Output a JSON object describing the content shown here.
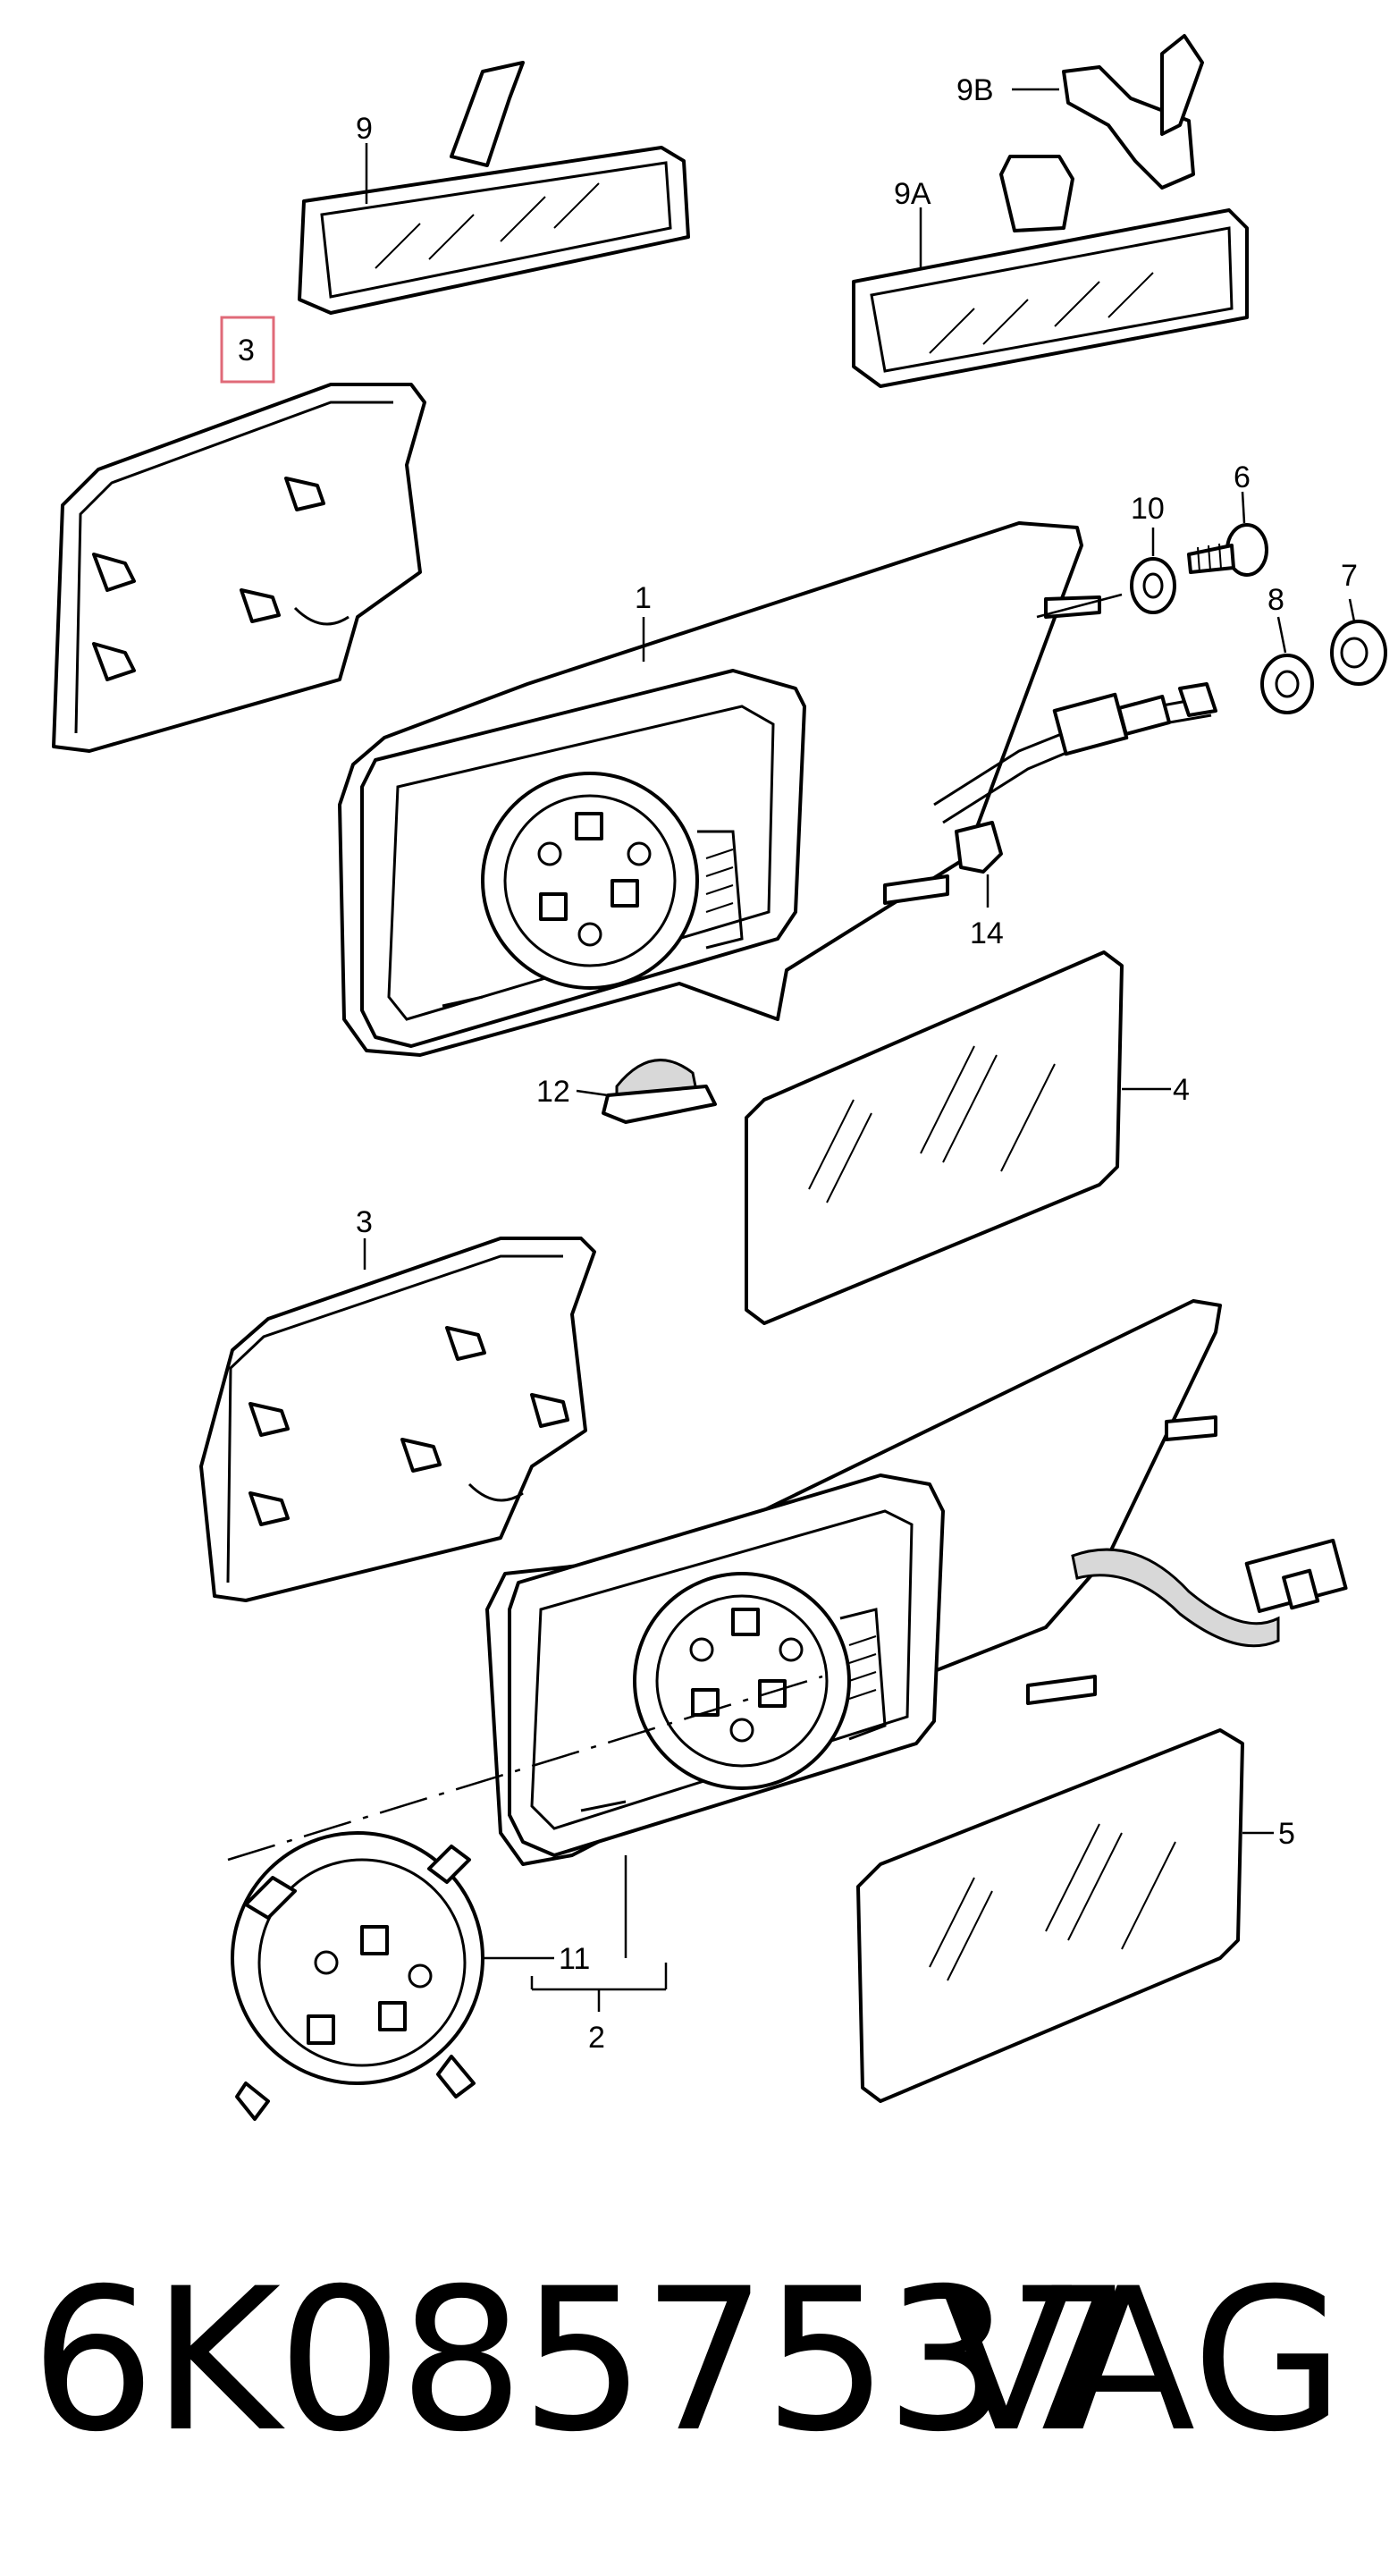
{
  "callouts": {
    "c1": "1",
    "c2": "2",
    "c3_top": "3",
    "c3_mid": "3",
    "c4": "4",
    "c5": "5",
    "c6": "6",
    "c7": "7",
    "c8": "8",
    "c9": "9",
    "c9A": "9A",
    "c9B": "9B",
    "c10": "10",
    "c11": "11",
    "c12": "12",
    "c14": "14"
  },
  "footer": {
    "part_number": "6K0857537",
    "brand": "VAG"
  },
  "highlight_color": "#e06a78"
}
